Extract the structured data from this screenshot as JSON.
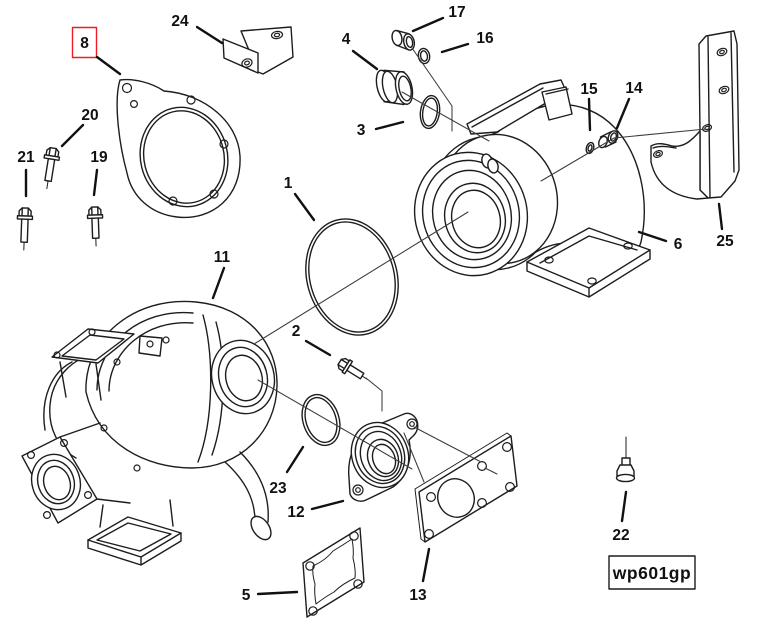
{
  "figure": {
    "type": "exploded-parts-diagram",
    "drawing_code": "wp601gp",
    "highlighted_callout": "8",
    "highlight_color": "#ee1c25",
    "line_color": "#1d1d1d",
    "arrow_color": "#111111",
    "background_color": "#ffffff"
  },
  "callouts": {
    "c1": {
      "label": "1"
    },
    "c2": {
      "label": "2"
    },
    "c3": {
      "label": "3"
    },
    "c4": {
      "label": "4"
    },
    "c5": {
      "label": "5"
    },
    "c6": {
      "label": "6"
    },
    "c8": {
      "label": "8",
      "highlighted": true
    },
    "c11": {
      "label": "11"
    },
    "c12": {
      "label": "12"
    },
    "c13": {
      "label": "13"
    },
    "c14": {
      "label": "14"
    },
    "c15": {
      "label": "15"
    },
    "c16": {
      "label": "16"
    },
    "c17": {
      "label": "17"
    },
    "c19": {
      "label": "19"
    },
    "c20": {
      "label": "20"
    },
    "c21": {
      "label": "21"
    },
    "c22": {
      "label": "22"
    },
    "c23": {
      "label": "23"
    },
    "c24": {
      "label": "24"
    },
    "c25": {
      "label": "25"
    }
  }
}
